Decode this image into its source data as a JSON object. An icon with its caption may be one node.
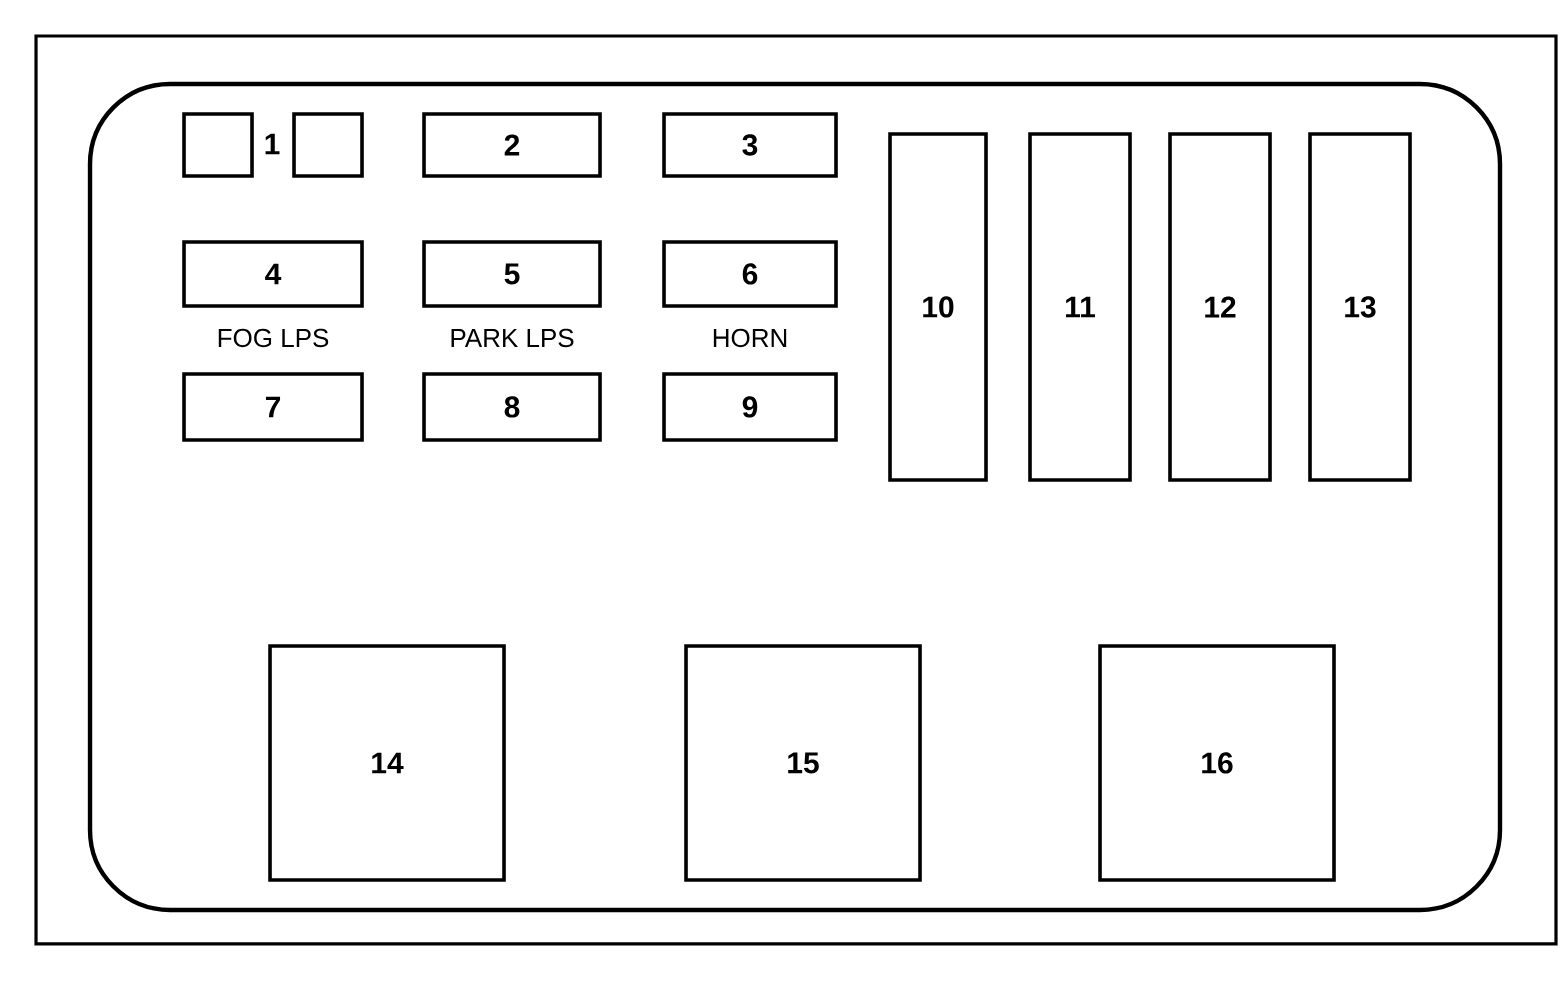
{
  "diagram": {
    "nodes": [
      {
        "text": [],
        "shape": "box"
      },
      {
        "text": [],
        "shape": "box",
        "in": 0
      },
      {
        "text": [],
        "shape": "box",
        "in": 0
      },
      {
        "text": [
          "2"
        ],
        "in": 0
      },
      {
        "text": [
          "3"
        ],
        "in": 0
      },
      {
        "text": [
          "4"
        ],
        "beside": [
          "FOG LPS"
        ],
        "in": 0
      },
      {
        "text": [
          "5"
        ],
        "beside": [
          "PARK LPS"
        ],
        "in": 0
      },
      {
        "text": [
          "6"
        ],
        "beside": [
          "HORN"
        ],
        "in": 0
      },
      {
        "text": [
          "7"
        ],
        "in": 0
      },
      {
        "text": [
          "8"
        ],
        "in": 0
      },
      {
        "text": [
          "9"
        ],
        "in": 0
      },
      {
        "text": [
          "10"
        ],
        "in": 0
      },
      {
        "text": [
          "11"
        ],
        "in": 0
      },
      {
        "text": [
          "12"
        ],
        "in": 0
      },
      {
        "text": [
          "13"
        ],
        "in": 0
      },
      {
        "text": [
          "14"
        ],
        "in": 0
      },
      {
        "text": [
          "15"
        ],
        "in": 0
      },
      {
        "text": [
          "16"
        ],
        "in": 0
      }
    ],
    "labels": [
      "1"
    ]
  }
}
